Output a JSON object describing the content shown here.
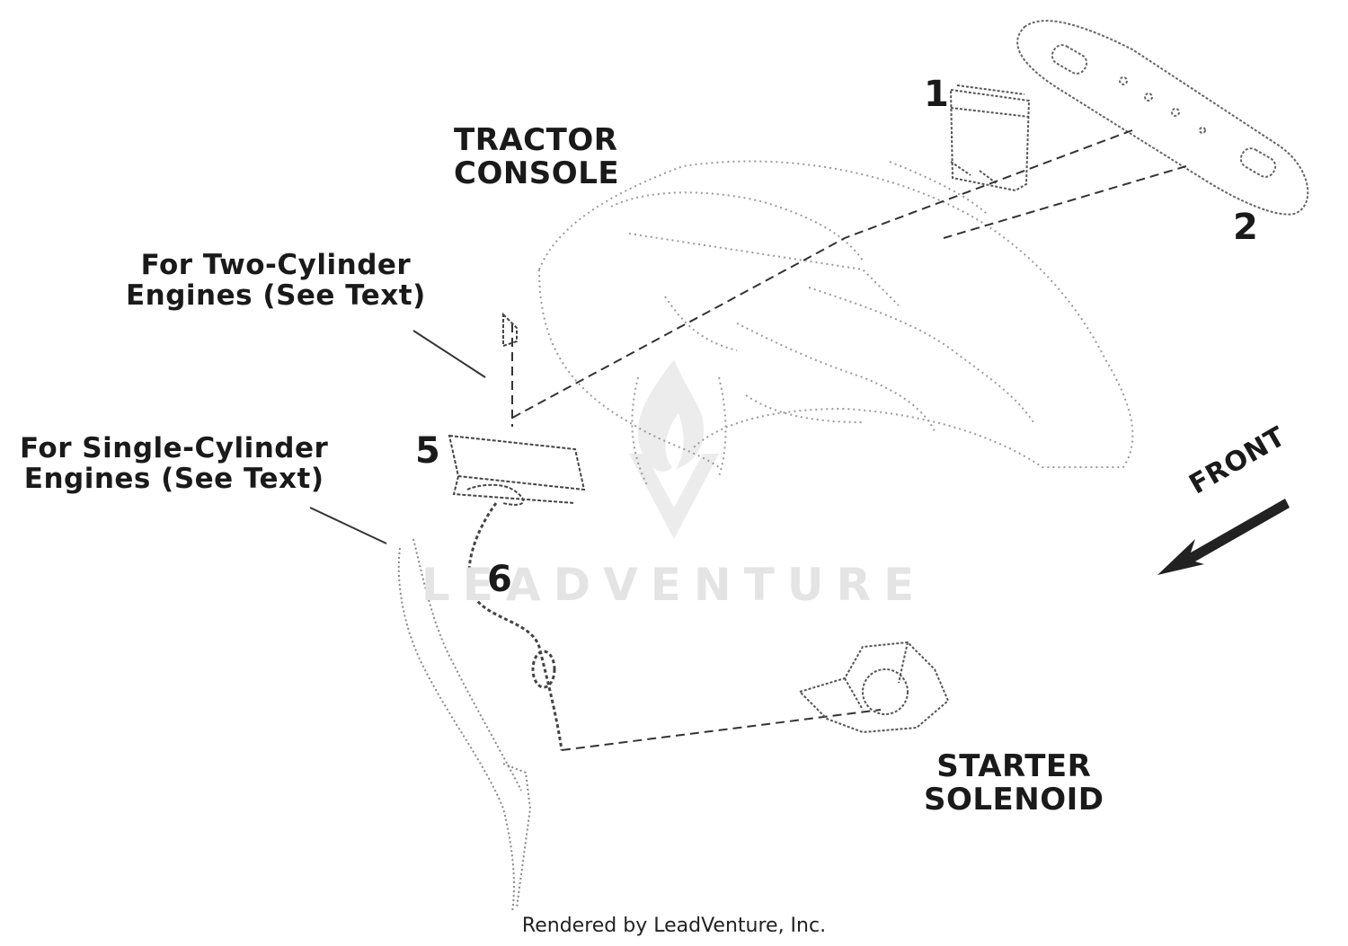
{
  "labels": {
    "tractor_console_line1": "TRACTOR",
    "tractor_console_line2": "CONSOLE",
    "two_cyl_line1": "For Two-Cylinder",
    "two_cyl_line2": "Engines (See Text)",
    "single_cyl_line1": "For Single-Cylinder",
    "single_cyl_line2": "Engines (See Text)",
    "starter_line1": "STARTER",
    "starter_line2": "SOLENOID",
    "front": "FRONT"
  },
  "callouts": [
    "1",
    "2",
    "5",
    "6"
  ],
  "watermark": "LEADVENTURE",
  "footer": "Rendered by LeadVenture, Inc.",
  "colors": {
    "ink": "#1a1a1a",
    "faint": "#9a9a9a",
    "watermark": "#e4e4e4"
  }
}
